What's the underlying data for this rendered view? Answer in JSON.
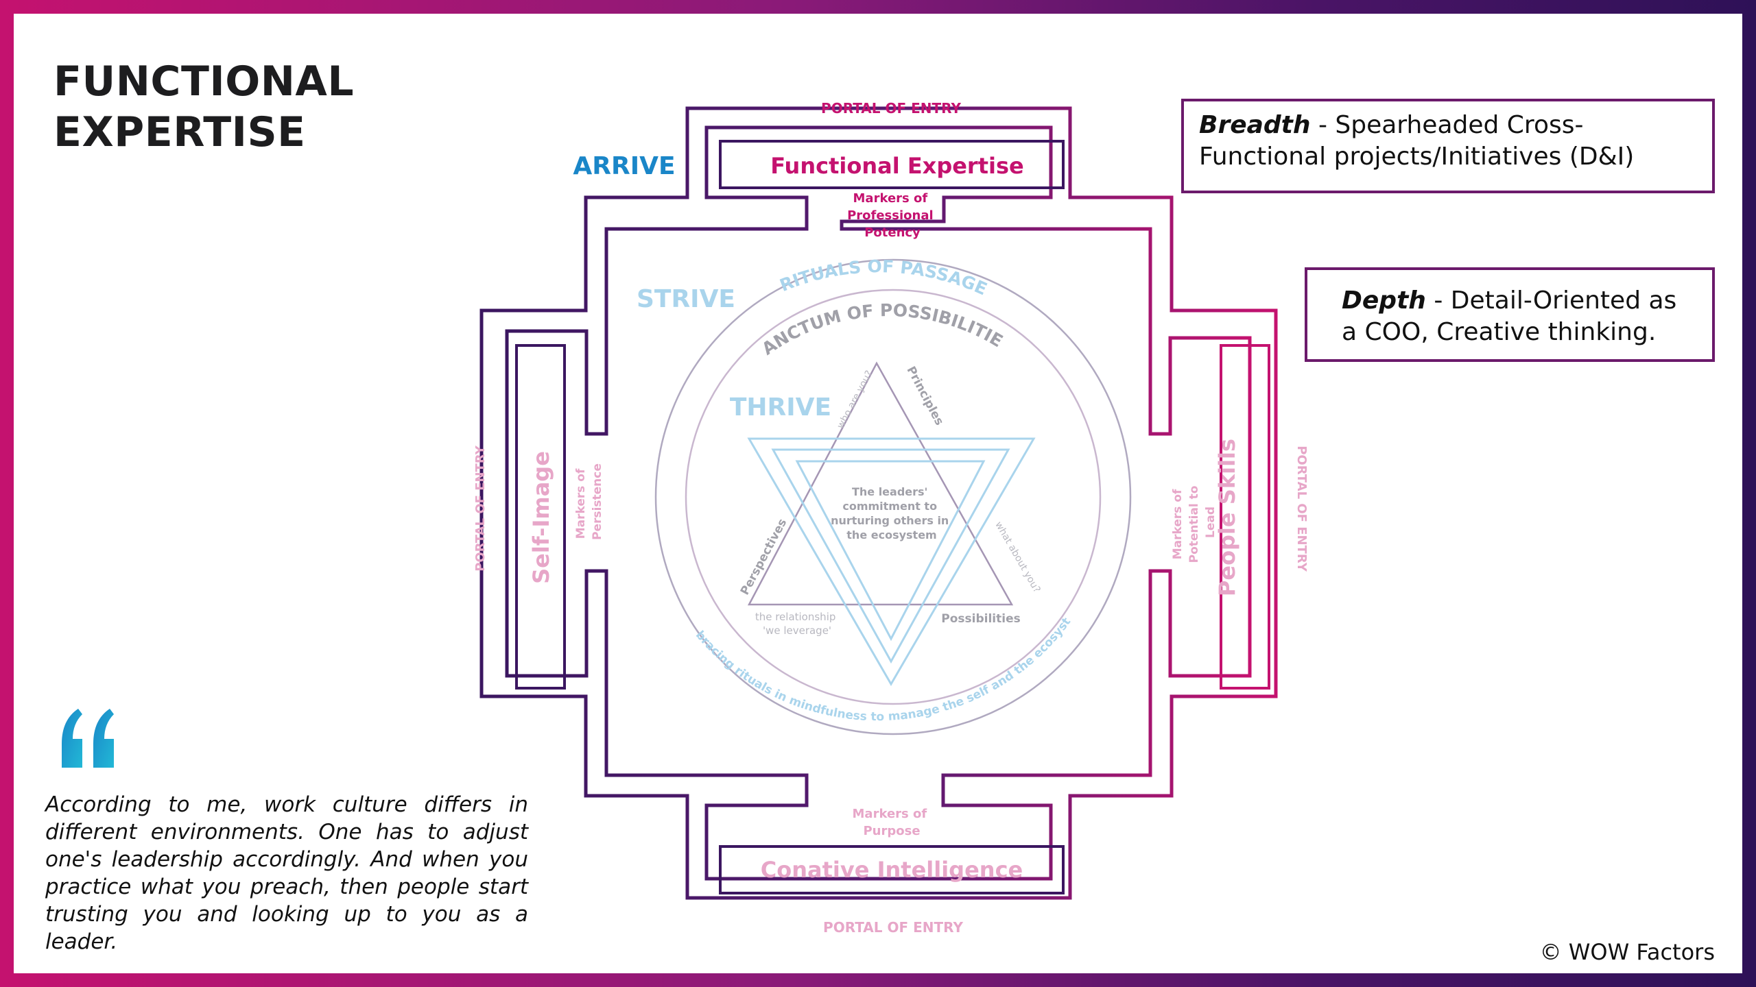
{
  "slide": {
    "title_line1": "FUNCTIONAL",
    "title_line2": "EXPERTISE",
    "copyright": "© WOW Factors"
  },
  "callouts": {
    "breadth": {
      "term": "Breadth",
      "text": " - Spearheaded Cross-Functional projects/Initiatives (D&I)"
    },
    "depth": {
      "term": "Depth",
      "text": " - Detail-Oriented as a COO, Creative thinking."
    }
  },
  "quote": {
    "text": "According to me, work culture differs in different environments. One has to adjust one's leadership accordingly. And when you practice what you preach, then people start trusting you and looking up to you as a leader."
  },
  "diagram": {
    "portal_top": "PORTAL OF ENTRY",
    "portal_bottom": "PORTAL OF ENTRY",
    "portal_left": "PORTAL OF ENTRY",
    "portal_right": "PORTAL OF ENTRY",
    "arrive": "ARRIVE",
    "strive": "STRIVE",
    "thrive": "THRIVE",
    "functional_expertise": "Functional Expertise",
    "conative_intelligence": "Conative Intelligence",
    "self_image": "Self-Image",
    "people_skills": "People Skills",
    "markers_top": [
      "Markers of",
      "Professional",
      "Potency"
    ],
    "markers_bottom": [
      "Markers of",
      "Purpose"
    ],
    "markers_left": [
      "Markers of",
      "Persistence"
    ],
    "markers_right": [
      "Markers of",
      "Potential to",
      "Lead"
    ],
    "rituals": "RITUALS OF PASSAGE",
    "sanctum": "SANCTUM OF POSSIBILITIES",
    "embracing": "Embracing rituals in mindfulness to manage the self and the ecosystem",
    "center": [
      "The leaders'",
      "commitment to",
      "nurturing others in",
      "the ecosystem"
    ],
    "who_are_you": "who are you?",
    "principles": "Principles",
    "perspectives": "Perspectives",
    "what_about_you": "what about you?",
    "relationship": [
      "the relationship",
      "'we leverage'"
    ],
    "possibilities": "Possibilities"
  },
  "colors": {
    "magenta": "#c4126f",
    "deep_purple": "#3b1660",
    "blue": "#1a86c8",
    "light_blue": "#a9d4ec",
    "pink": "#e7a6c8",
    "grey": "#a0a0a8"
  }
}
